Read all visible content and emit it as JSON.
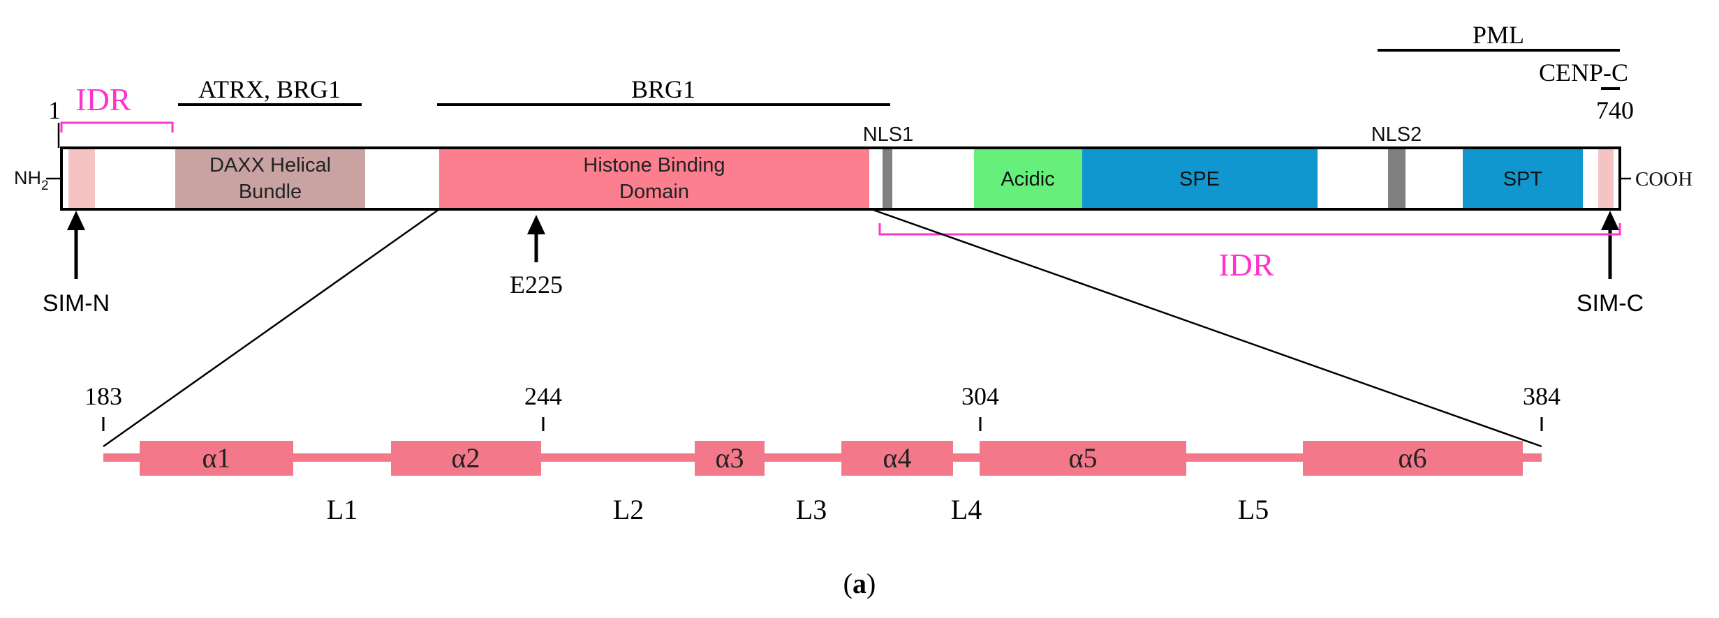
{
  "figure": {
    "panel_label_open": "(",
    "panel_label_letter": "a",
    "panel_label_close": ")"
  },
  "protein": {
    "n_terminus_label": "NH",
    "n_terminus_sub": "2",
    "c_terminus_label": "COOH",
    "start_residue": "1",
    "end_residue": "740",
    "domains": [
      {
        "id": "sim-n",
        "label": "",
        "color": "#f4c4c4"
      },
      {
        "id": "daxx-helical-bundle",
        "label_line1": "DAXX Helical",
        "label_line2": "Bundle",
        "color": "#c9a2a2"
      },
      {
        "id": "histone-binding-domain",
        "label_line1": "Histone Binding",
        "label_line2": "Domain",
        "color": "#fc7f8f"
      },
      {
        "id": "nls1",
        "label": "NLS1",
        "color": "#808080"
      },
      {
        "id": "acidic",
        "label": "Acidic",
        "color": "#66ef7a"
      },
      {
        "id": "spe",
        "label": "SPE",
        "color": "#1197d0"
      },
      {
        "id": "nls2",
        "label": "NLS2",
        "color": "#808080"
      },
      {
        "id": "spt",
        "label": "SPT",
        "color": "#1197d0"
      },
      {
        "id": "sim-c",
        "label": "",
        "color": "#f4c4c4"
      }
    ]
  },
  "interactors": {
    "atrx_brg1": "ATRX, BRG1",
    "brg1": "BRG1",
    "pml": "PML",
    "cenp_c": "CENP-C"
  },
  "idr": {
    "n_label": "IDR",
    "c_label": "IDR",
    "color": "#ff33cc"
  },
  "arrows": {
    "sim_n": "SIM-N",
    "e225": "E225",
    "sim_c": "SIM-C"
  },
  "hbd_detail": {
    "residue_ticks": [
      "183",
      "244",
      "304",
      "384"
    ],
    "helices": [
      "α1",
      "α2",
      "α3",
      "α4",
      "α5",
      "α6"
    ],
    "loops": [
      "L1",
      "L2",
      "L3",
      "L4",
      "L5"
    ],
    "color": "#f2788a"
  }
}
